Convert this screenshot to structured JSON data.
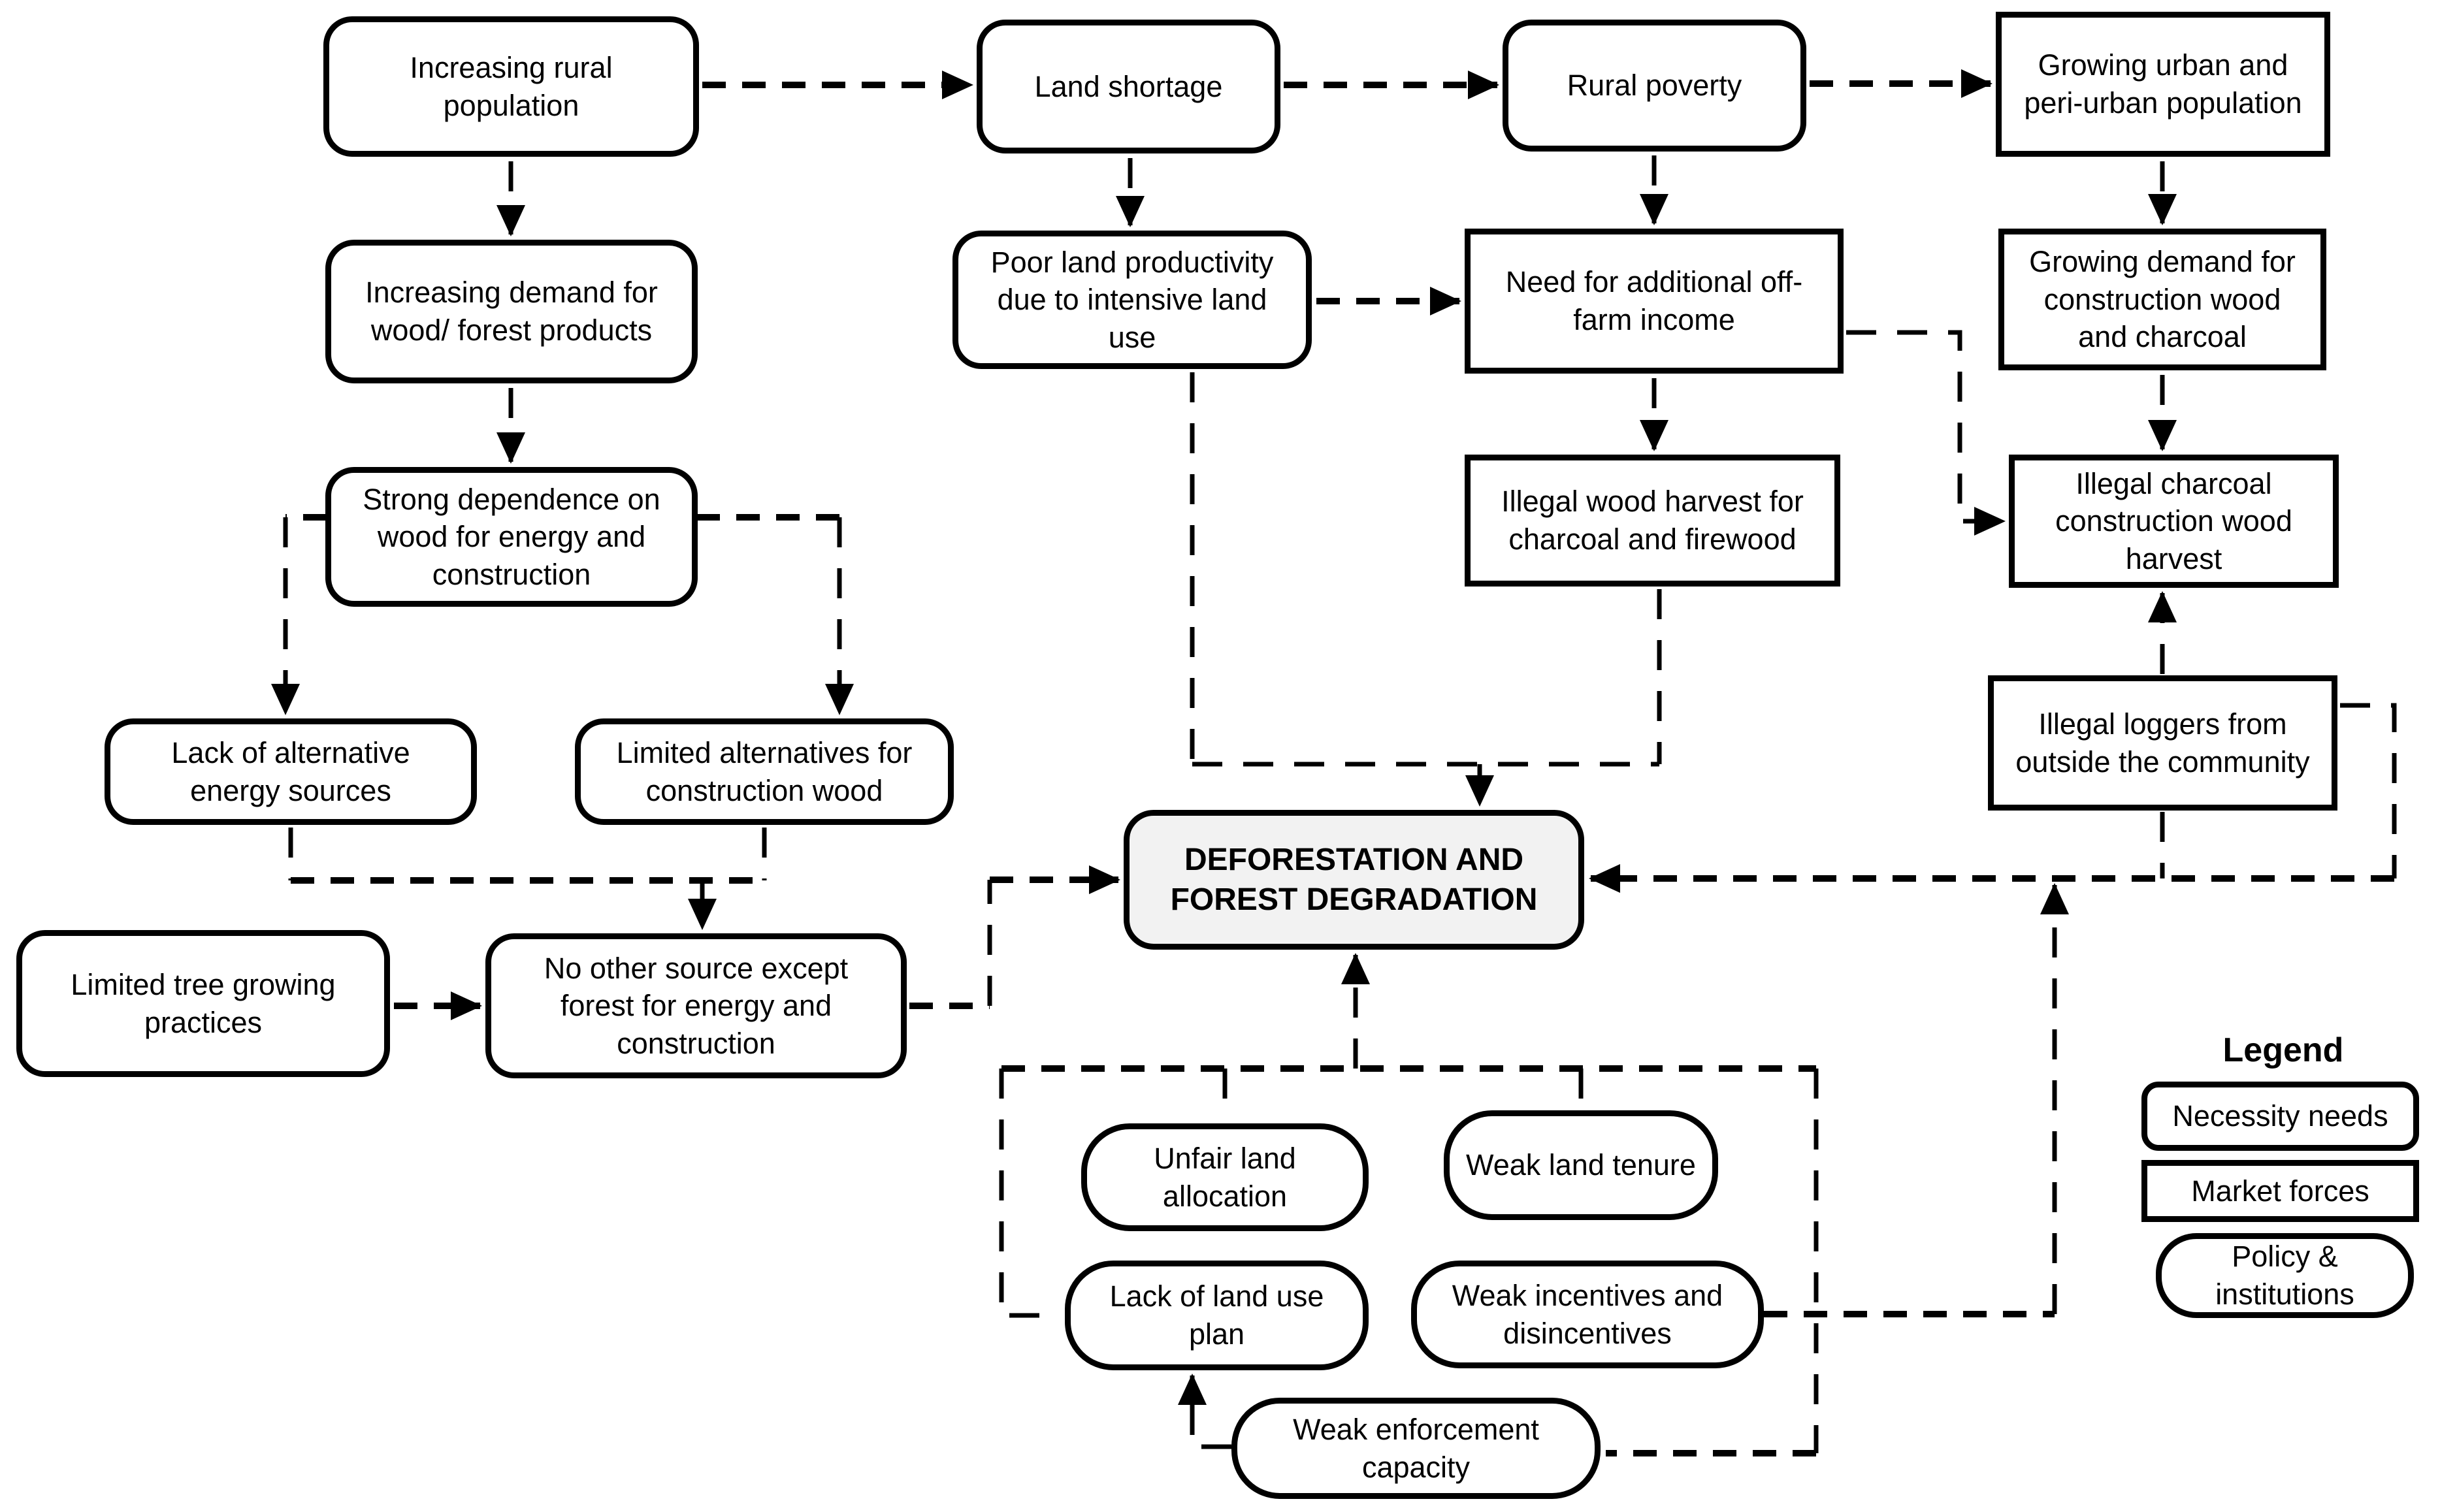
{
  "nodes": {
    "increasing_rural_population": {
      "label": "Increasing rural population",
      "category": "necessity-needs"
    },
    "land_shortage": {
      "label": "Land shortage",
      "category": "necessity-needs"
    },
    "rural_poverty": {
      "label": "Rural poverty",
      "category": "necessity-needs"
    },
    "growing_urban_population": {
      "label": "Growing urban and peri-urban population",
      "category": "market-forces"
    },
    "increasing_demand_wood": {
      "label": "Increasing demand for wood/ forest products",
      "category": "necessity-needs"
    },
    "poor_land_productivity": {
      "label": "Poor land productivity due to intensive land use",
      "category": "necessity-needs"
    },
    "need_off_farm_income": {
      "label": "Need for additional off-farm income",
      "category": "market-forces"
    },
    "growing_demand_construction": {
      "label": "Growing demand for construction wood and charcoal",
      "category": "market-forces"
    },
    "strong_dependence_wood": {
      "label": "Strong dependence on wood for energy and construction",
      "category": "necessity-needs"
    },
    "illegal_wood_harvest": {
      "label": "Illegal wood harvest for charcoal and firewood",
      "category": "market-forces"
    },
    "illegal_charcoal_harvest": {
      "label": "Illegal charcoal construction wood harvest",
      "category": "market-forces"
    },
    "lack_alternative_energy": {
      "label": "Lack of alternative energy sources",
      "category": "necessity-needs"
    },
    "limited_alternatives_construction": {
      "label": "Limited alternatives for construction wood",
      "category": "necessity-needs"
    },
    "illegal_loggers": {
      "label": "Illegal loggers from outside the community",
      "category": "market-forces"
    },
    "limited_tree_growing": {
      "label": "Limited tree growing practices",
      "category": "necessity-needs"
    },
    "no_other_source": {
      "label": "No other source except forest for energy and construction",
      "category": "necessity-needs"
    },
    "deforestation": {
      "label": "DEFORESTATION AND FOREST DEGRADATION",
      "category": "outcome"
    },
    "unfair_land_allocation": {
      "label": "Unfair land allocation",
      "category": "policy-institutions"
    },
    "weak_land_tenure": {
      "label": "Weak land tenure",
      "category": "policy-institutions"
    },
    "lack_land_use_plan": {
      "label": "Lack of land use plan",
      "category": "policy-institutions"
    },
    "weak_incentives": {
      "label": "Weak incentives and disincentives",
      "category": "policy-institutions"
    },
    "weak_enforcement": {
      "label": "Weak enforcement capacity",
      "category": "policy-institutions"
    }
  },
  "legend": {
    "title": "Legend",
    "items": [
      {
        "label": "Necessity needs",
        "shape": "rounded-rectangle"
      },
      {
        "label": "Market forces",
        "shape": "rectangle"
      },
      {
        "label": "Policy & institutions",
        "shape": "stadium"
      }
    ]
  },
  "colors": {
    "background": "#ffffff",
    "line": "#000000",
    "box_border": "#000000",
    "outcome_fill": "#f2f2f2"
  }
}
